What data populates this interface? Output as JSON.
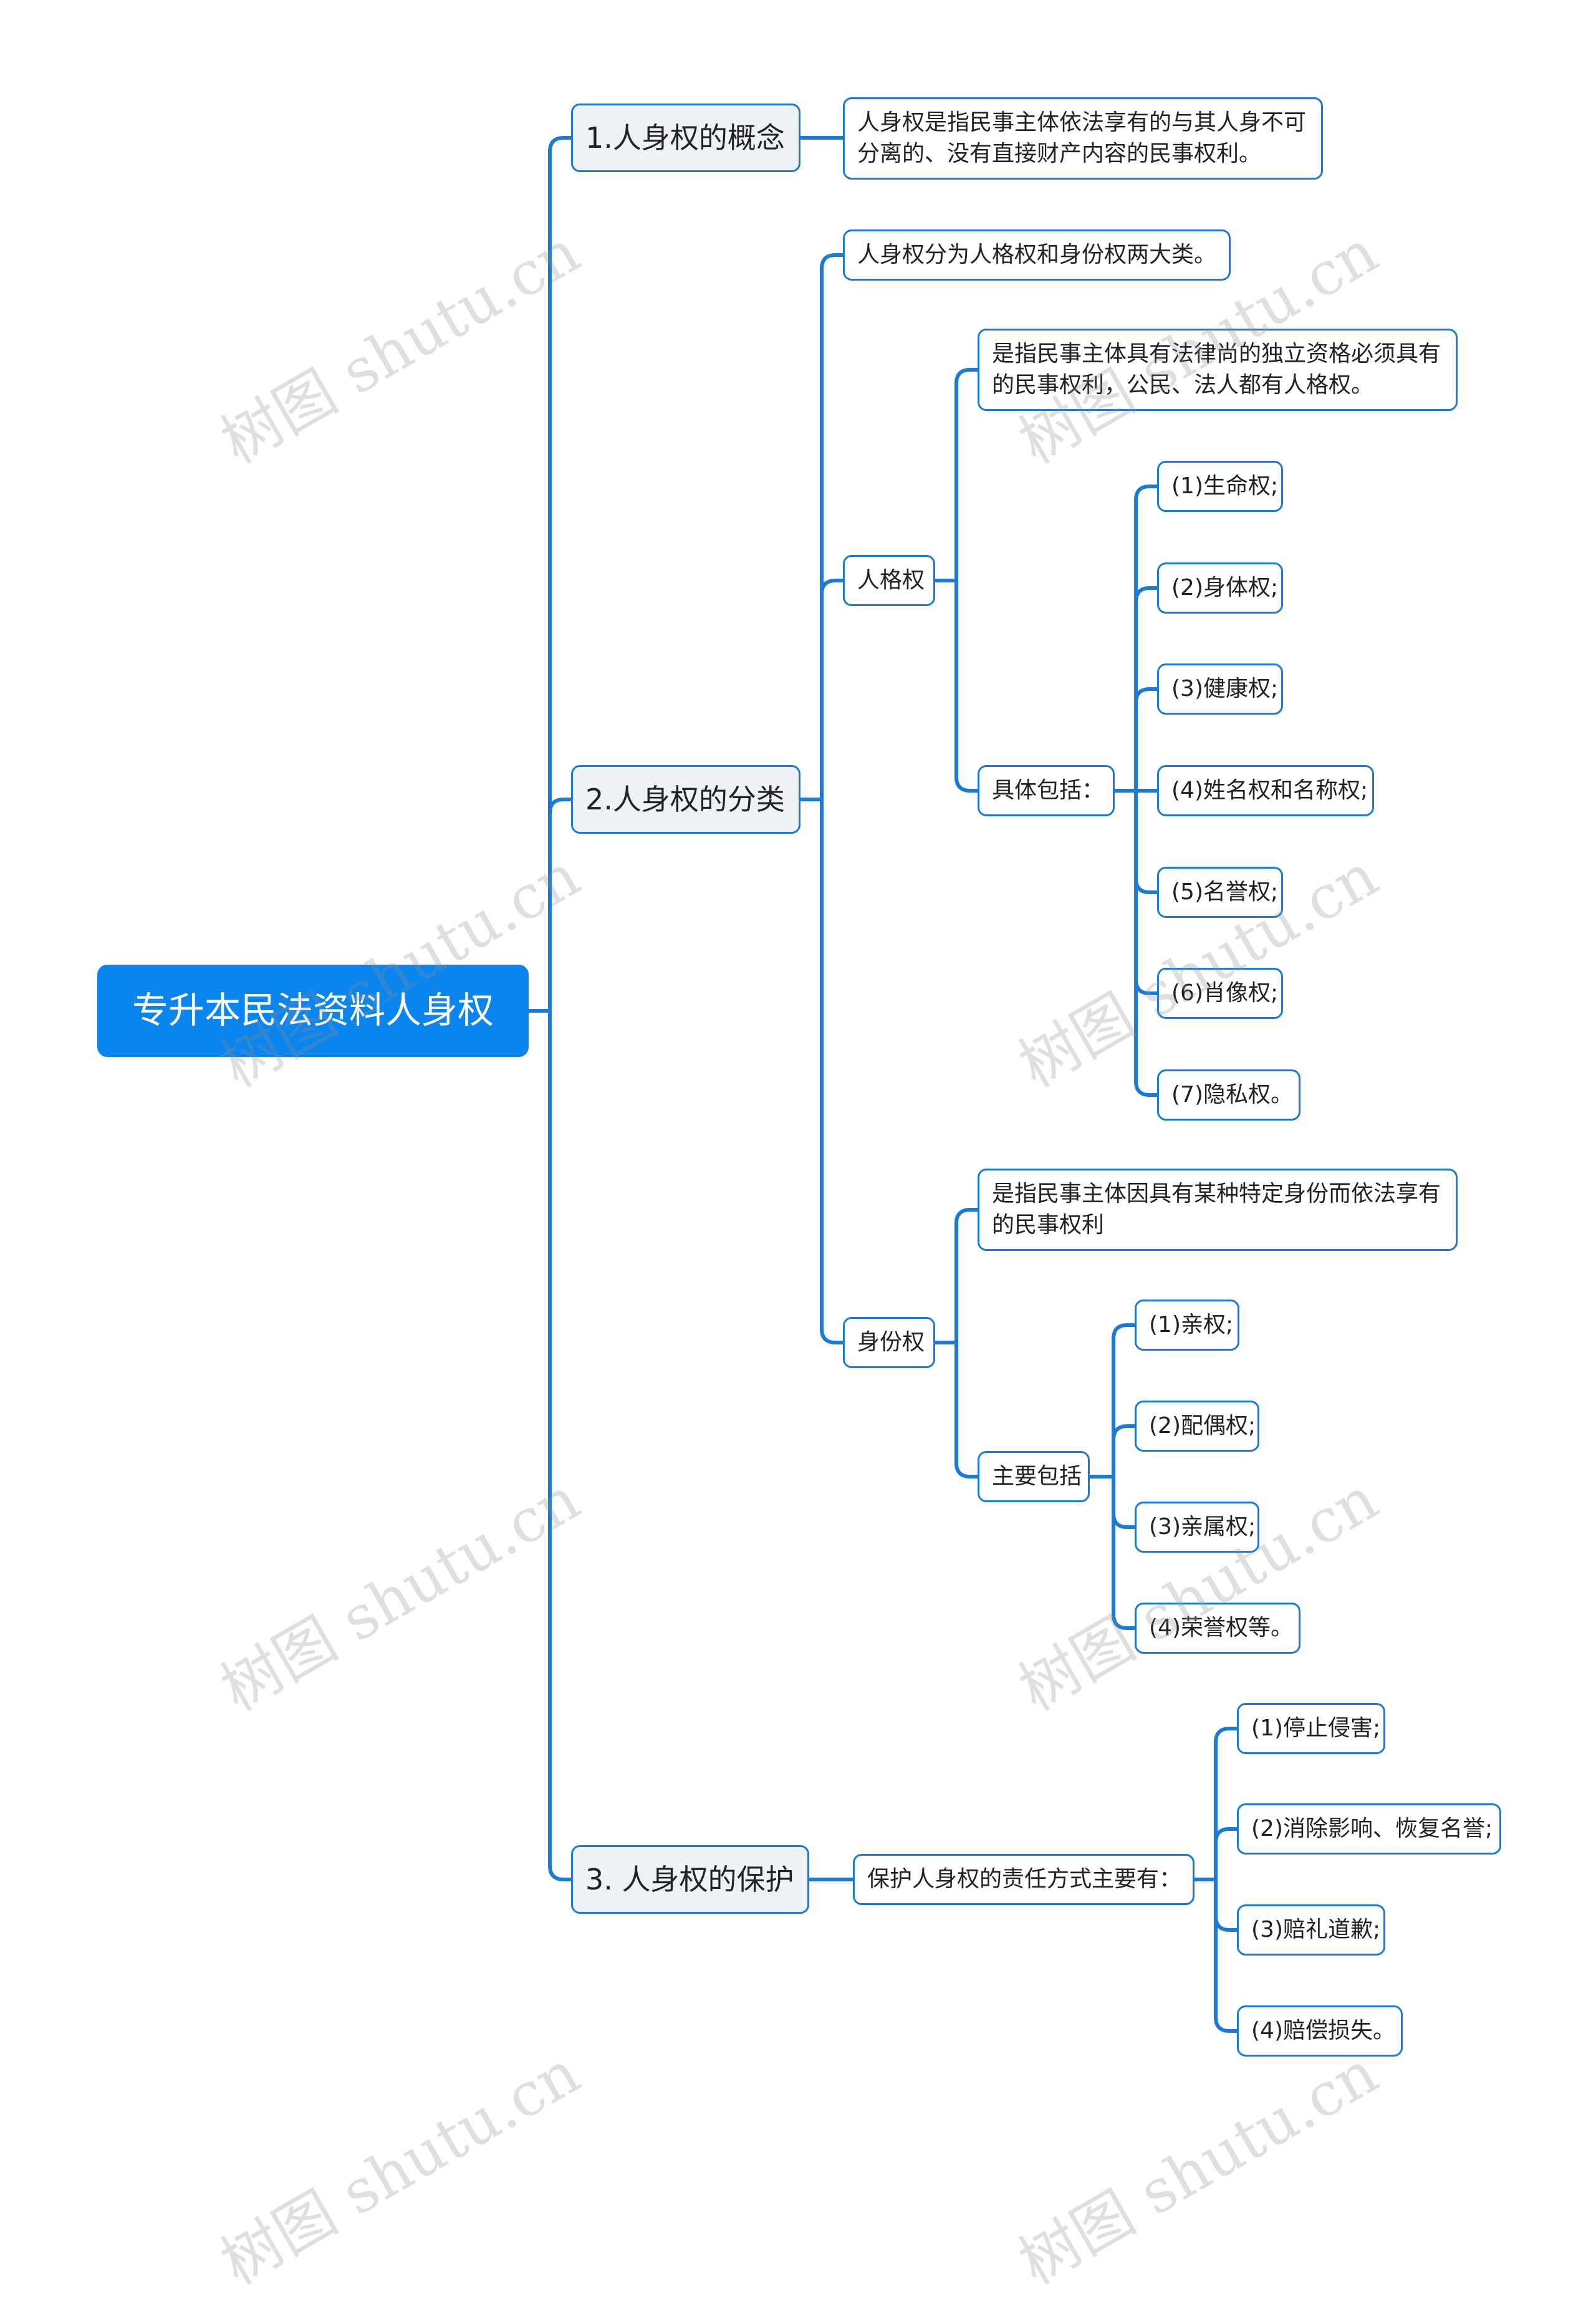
{
  "mindmap": {
    "root": "专升本民法资料人身权",
    "concept": {
      "title": "1.人身权的概念",
      "text": "人身权是指民事主体依法享有的与其人身不可分离的、没有直接财产内容的民事权利。"
    },
    "classification": {
      "title": "2.人身权的分类",
      "summary": "人身权分为人格权和身份权两大类。",
      "personality": {
        "title": "人格权",
        "definition": "是指民事主体具有法律尚的独立资格必须具有的民事权利，公民、法人都有人格权。",
        "includes_label": "具体包括：",
        "items": [
          "(1)生命权;",
          "(2)身体权;",
          "(3)健康权;",
          "(4)姓名权和名称权;",
          "(5)名誉权;",
          "(6)肖像权;",
          "(7)隐私权。"
        ]
      },
      "status": {
        "title": "身份权",
        "definition": "是指民事主体因具有某种特定身份而依法享有的民事权利",
        "includes_label": "主要包括",
        "items": [
          "(1)亲权;",
          "(2)配偶权;",
          "(3)亲属权;",
          "(4)荣誉权等。"
        ]
      }
    },
    "protection": {
      "title": "3. 人身权的保护",
      "label": "保护人身权的责任方式主要有：",
      "items": [
        "(1)停止侵害;",
        "(2)消除影响、恢复名誉;",
        "(3)赔礼道歉;",
        "(4)赔偿损失。"
      ]
    }
  },
  "watermark": "树图 shutu.cn",
  "colors": {
    "line": "#1a7ad6",
    "root": "#0a85ee",
    "level1_bg": "#eef2f6"
  }
}
